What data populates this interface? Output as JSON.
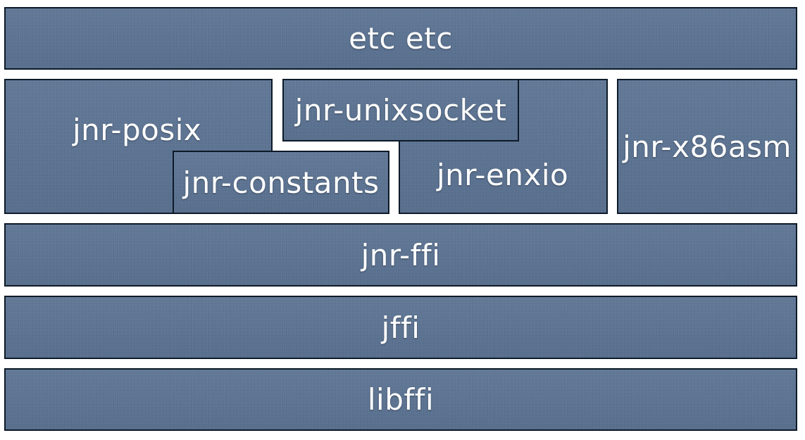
{
  "blocks": {
    "etc": "etc etc",
    "posix": "jnr-posix",
    "unixsocket": "jnr-unixsocket",
    "constants": "jnr-constants",
    "enxio": "jnr-enxio",
    "x86asm": "jnr-x86asm",
    "ffi": "jnr-ffi",
    "jffi": "jffi",
    "libffi": "libffi"
  },
  "colors": {
    "block_fill": "#5a7292",
    "block_border": "#0d1a28",
    "text": "#ffffff",
    "background": "#ffffff"
  }
}
